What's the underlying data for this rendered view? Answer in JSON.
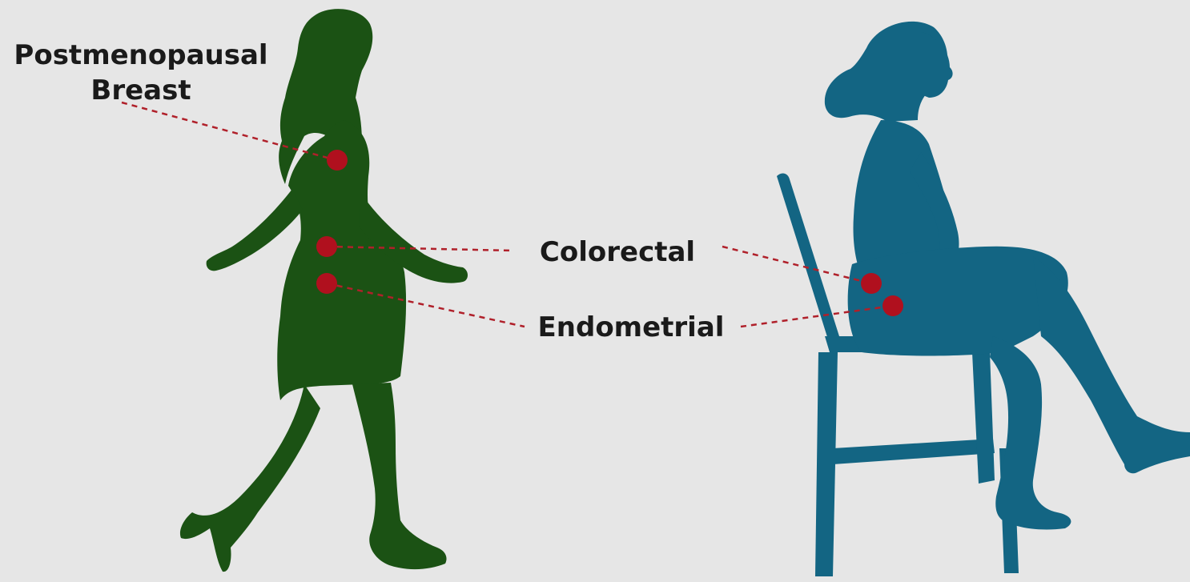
{
  "labels": {
    "breast_line1": "Postmenopausal",
    "breast_line2": "Breast",
    "colorectal": "Colorectal",
    "endometrial": "Endometrial"
  },
  "colors": {
    "background": "#e6e6e6",
    "walking_figure": "#1b5214",
    "seated_figure": "#136583",
    "marker": "#b0101e",
    "leader_line": "#b0202a"
  }
}
